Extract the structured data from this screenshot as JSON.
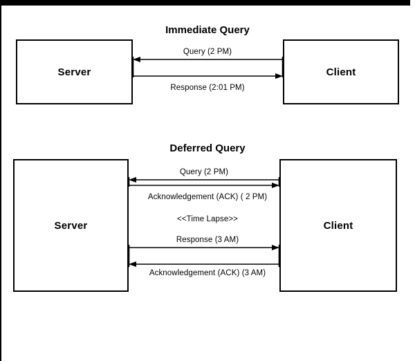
{
  "diagrams": [
    {
      "title": "Immediate Query",
      "left_node": "Server",
      "right_node": "Client",
      "messages": [
        {
          "label": "Query (2 PM)",
          "direction": "right-to-left"
        },
        {
          "label": "Response (2:01 PM)",
          "direction": "left-to-right"
        }
      ],
      "notes": []
    },
    {
      "title": "Deferred Query",
      "left_node": "Server",
      "right_node": "Client",
      "messages": [
        {
          "label": "Query (2 PM)",
          "direction": "right-to-left"
        },
        {
          "label": "Acknowledgement (ACK) ( 2 PM)",
          "direction": "left-to-right"
        },
        {
          "label": "Response (3 AM)",
          "direction": "left-to-right"
        },
        {
          "label": "Acknowledgement (ACK) (3 AM)",
          "direction": "right-to-left"
        }
      ],
      "notes": [
        {
          "label": "<<Time Lapse>>"
        }
      ]
    }
  ],
  "colors": {
    "stroke": "#000000",
    "fill": "#ffffff",
    "background": "#ffffff"
  }
}
